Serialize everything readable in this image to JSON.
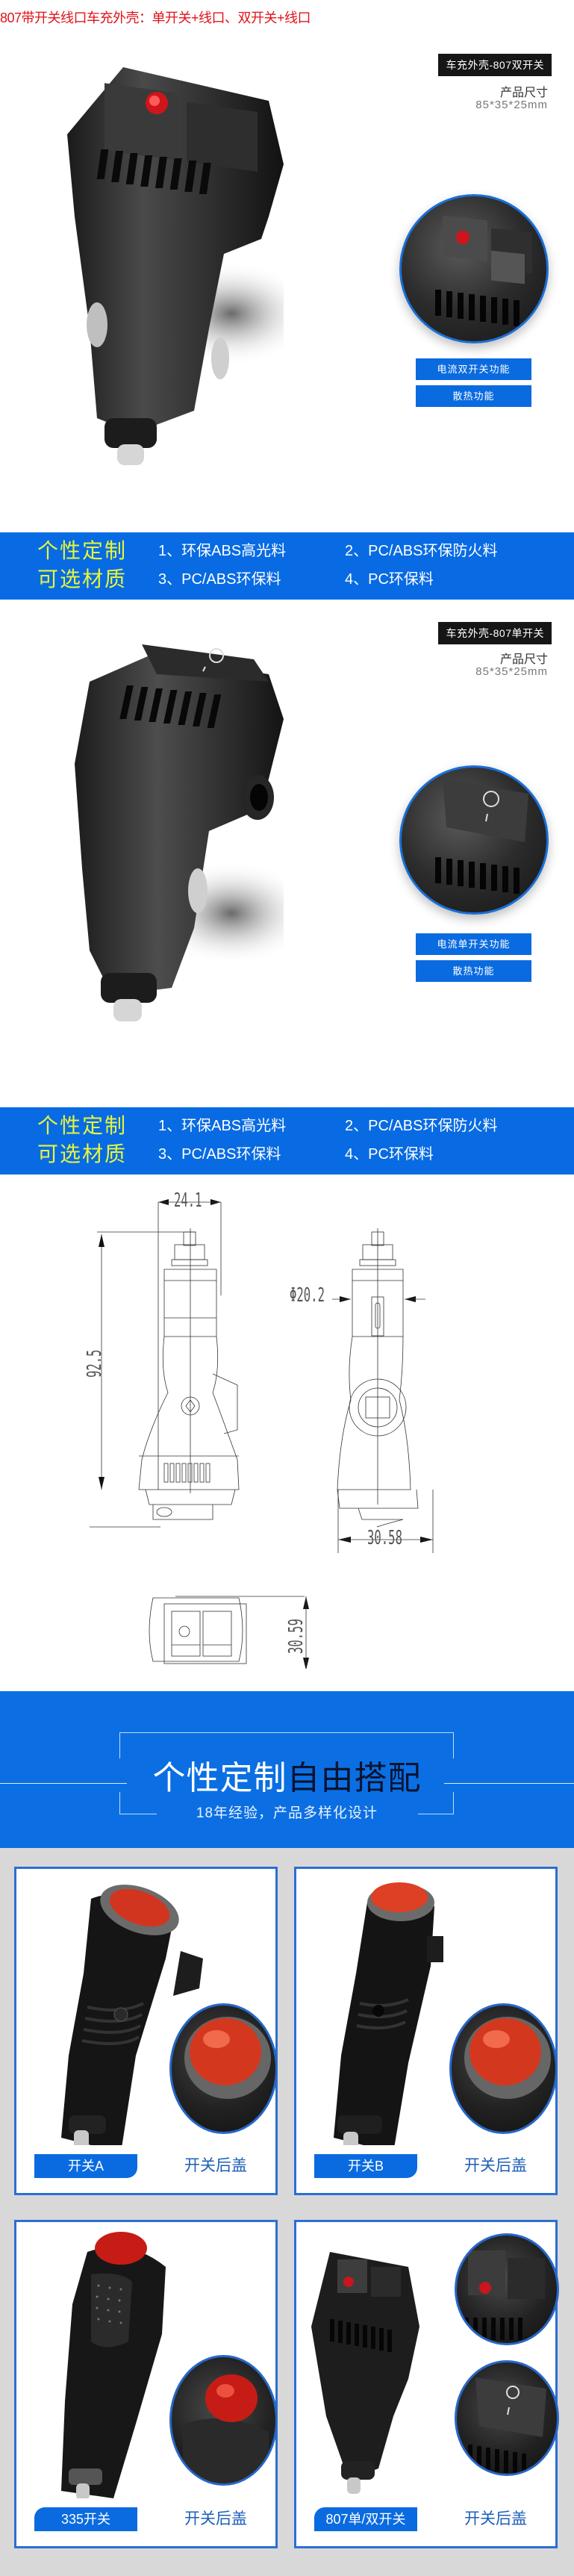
{
  "headline": "807带开关线口车充外壳：单开关+线口、双开关+线口",
  "products": [
    {
      "tag": "车充外壳-807双开关",
      "size_label": "产品尺寸",
      "size_value": "85*35*25mm",
      "features": [
        "电流双开关功能",
        "散热功能"
      ],
      "switch_type": "dual"
    },
    {
      "tag": "车充外壳-807单开关",
      "size_label": "产品尺寸",
      "size_value": "85*35*25mm",
      "features": [
        "电流单开关功能",
        "散热功能"
      ],
      "switch_type": "single",
      "switch_marks": [
        "O",
        "I"
      ]
    }
  ],
  "materials": {
    "title_line1": "个性定制",
    "title_line2": "可选材质",
    "items": [
      "1、环保ABS高光料",
      "2、PC/ABS环保防火料",
      "3、PC/ABS环保料",
      "4、PC环保料"
    ]
  },
  "drawing": {
    "dimensions": {
      "width": "24.1",
      "height": "92.5",
      "diameter": "Φ20.2",
      "depth": "30.58",
      "top_height": "30.59"
    }
  },
  "custom_banner": {
    "title_white": "个性定制",
    "title_dark": "自由搭配",
    "subtitle": "18年经验，产品多样化设计"
  },
  "gallery": {
    "cards": [
      {
        "label": "开关A",
        "caption": "开关后盖"
      },
      {
        "label": "开关B",
        "caption": "开关后盖"
      },
      {
        "label": "335开关",
        "caption": "开关后盖"
      },
      {
        "label": "807单/双开关",
        "caption": "开关后盖"
      }
    ]
  },
  "colors": {
    "brand_blue": "#086be3",
    "accent_yellow": "#e6f53b",
    "headline_red": "#e0131a",
    "gallery_bg": "#d9d8d9"
  }
}
